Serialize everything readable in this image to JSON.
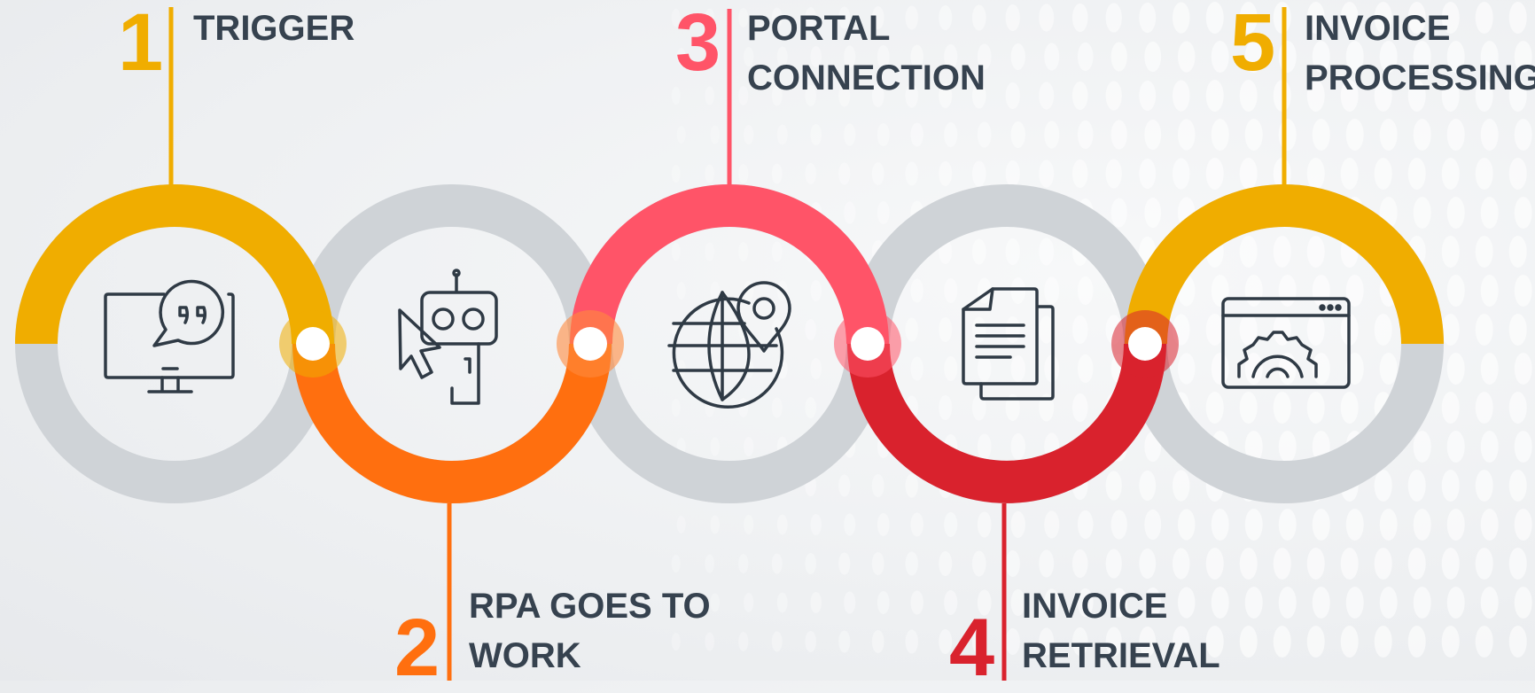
{
  "steps": [
    {
      "number": "1",
      "title_lines": [
        "TRIGGER"
      ],
      "icon": "monitor-quote-icon",
      "color": "#f0ad00"
    },
    {
      "number": "2",
      "title_lines": [
        "RPA GOES TO",
        "WORK"
      ],
      "icon": "robot-cursor-icon",
      "color": "#ff6f0f"
    },
    {
      "number": "3",
      "title_lines": [
        "PORTAL",
        "CONNECTION"
      ],
      "icon": "globe-pin-icon",
      "color": "#ff5468"
    },
    {
      "number": "4",
      "title_lines": [
        "INVOICE",
        "RETRIEVAL"
      ],
      "icon": "documents-icon",
      "color": "#d9222d"
    },
    {
      "number": "5",
      "title_lines": [
        "INVOICE",
        "PROCESSING"
      ],
      "icon": "browser-gear-icon",
      "color": "#f0ad00"
    }
  ],
  "colors": {
    "ring_gray": "#cfd3d7",
    "text_dark": "#36424f",
    "icon_stroke": "#2f3a45"
  }
}
